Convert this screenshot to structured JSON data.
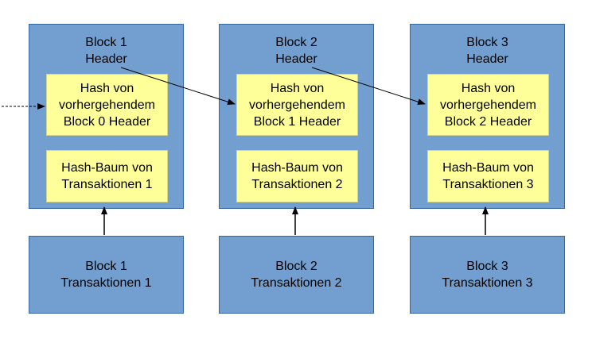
{
  "blocks": [
    {
      "header_line1": "Block 1",
      "header_line2": "Header",
      "hash_line1": "Hash von",
      "hash_line2": "vorhergehendem",
      "hash_line3": "Block 0 Header",
      "tree_line1": "Hash-Baum von",
      "tree_line2": "Transaktionen 1",
      "tx_line1": "Block 1",
      "tx_line2": "Transaktionen 1"
    },
    {
      "header_line1": "Block 2",
      "header_line2": "Header",
      "hash_line1": "Hash von",
      "hash_line2": "vorhergehendem",
      "hash_line3": "Block 1 Header",
      "tree_line1": "Hash-Baum von",
      "tree_line2": "Transaktionen 2",
      "tx_line1": "Block 2",
      "tx_line2": "Transaktionen 2"
    },
    {
      "header_line1": "Block 3",
      "header_line2": "Header",
      "hash_line1": "Hash von",
      "hash_line2": "vorhergehendem",
      "hash_line3": "Block 2 Header",
      "tree_line1": "Hash-Baum von",
      "tree_line2": "Transaktionen 3",
      "tx_line1": "Block 3",
      "tx_line2": "Transaktionen 3"
    }
  ],
  "colors": {
    "block_fill": "#729fcf",
    "block_border": "#3465a4",
    "inner_fill": "#ffff99"
  }
}
